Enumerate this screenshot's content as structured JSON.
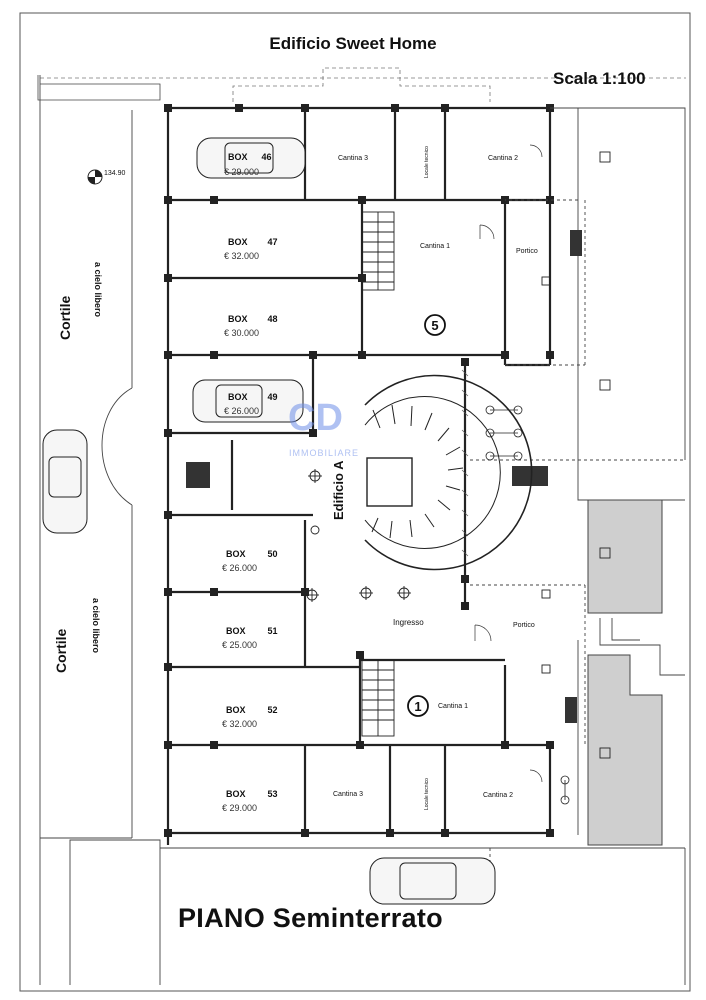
{
  "title": "Edificio Sweet Home",
  "scale": "Scala 1:100",
  "floor_label": "PIANO Seminterrato",
  "level_mark": "134.90",
  "building_label": "Edificio A",
  "watermark": {
    "logo": "CD",
    "text": "IMMOBILIARE"
  },
  "courtyards": [
    {
      "name": "Cortile",
      "note": "a cielo libero"
    },
    {
      "name": "Cortile",
      "note": "a cielo libero"
    }
  ],
  "boxes": [
    {
      "label": "BOX",
      "number": "46",
      "price": "€ 29.000"
    },
    {
      "label": "BOX",
      "number": "47",
      "price": "€ 32.000"
    },
    {
      "label": "BOX",
      "number": "48",
      "price": "€ 30.000"
    },
    {
      "label": "BOX",
      "number": "49",
      "price": "€ 26.000"
    },
    {
      "label": "BOX",
      "number": "50",
      "price": "€ 26.000"
    },
    {
      "label": "BOX",
      "number": "51",
      "price": "€ 25.000"
    },
    {
      "label": "BOX",
      "number": "52",
      "price": "€ 32.000"
    },
    {
      "label": "BOX",
      "number": "53",
      "price": "€ 29.000"
    }
  ],
  "rooms": {
    "cantina3_top": "Cantina 3",
    "cantina2_top": "Cantina 2",
    "cantina1_top": "Cantina 1",
    "portico_top": "Portico",
    "ingresso": "Ingresso",
    "portico_bottom": "Portico",
    "cantina1_bottom": "Cantina 1",
    "cantina3_bottom": "Cantina 3",
    "cantina2_bottom": "Cantina 2",
    "locale_tecnico_top": "Locale tecnico",
    "locale_tecnico_bottom": "Locale tecnico"
  },
  "markers": {
    "top": "5",
    "bottom": "1"
  }
}
